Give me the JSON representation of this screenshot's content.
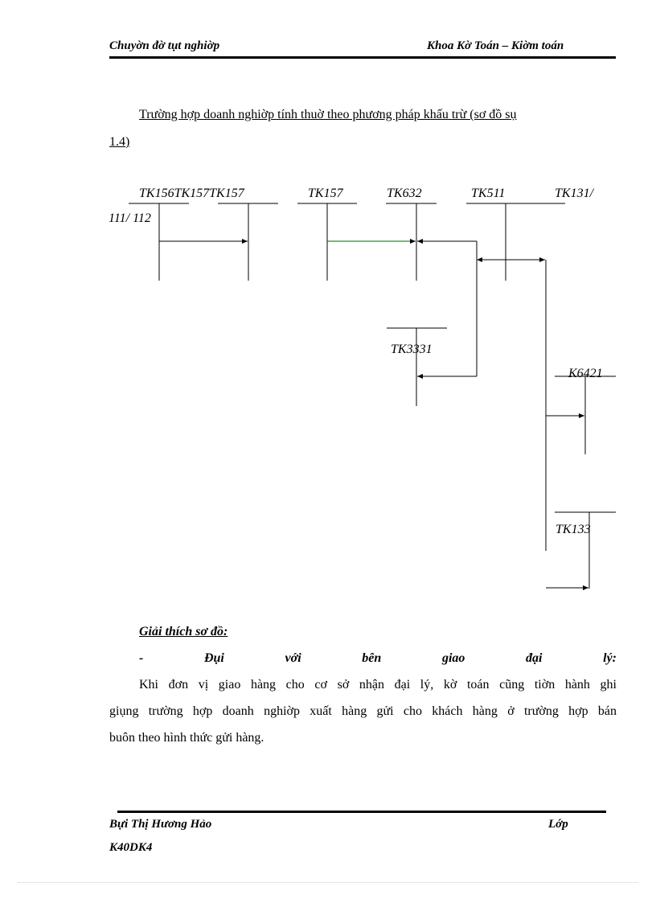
{
  "header": {
    "left": "Chuyờn  đờ tụt nghiờp",
    "right": "Khoa  Kờ Toán – Kiờm toán"
  },
  "intro": {
    "line1": "Trường hợp doanh nghiờp tính thuờ theo phương pháp khấu trừ (sơ đồ sụ",
    "line2": "1.4)"
  },
  "diagram": {
    "labels": [
      "TK156TK157TK157",
      "TK157",
      "TK632",
      "TK511",
      "TK131/",
      "111/ 112",
      "TK3331",
      "K6421",
      "TK133"
    ],
    "colors": {
      "line": "#000000",
      "accent_line": "#006400"
    }
  },
  "explanation": {
    "heading": "Giải thích sơ đồ:",
    "subheading_words": [
      "-",
      "Đụi",
      "với",
      "bên",
      "giao",
      "đại",
      "lý:"
    ],
    "para_line1": "Khi  đơn vị  giao  hàng  cho  cơ sở nhận  đại  lý,  kờ toán  cũng tiờn  hành  ghi",
    "para_line2": "giụng  trường hợp  doanh nghiờp  xuất hàng gửi  cho khách hàng  ở trường  hợp bán",
    "para_line3": "buôn theo hình  thức gửi  hàng."
  },
  "footer": {
    "author": "Bựi  Thị  Hương  Hảo",
    "class_label": "Lớp",
    "class_value": "K40DK4"
  }
}
